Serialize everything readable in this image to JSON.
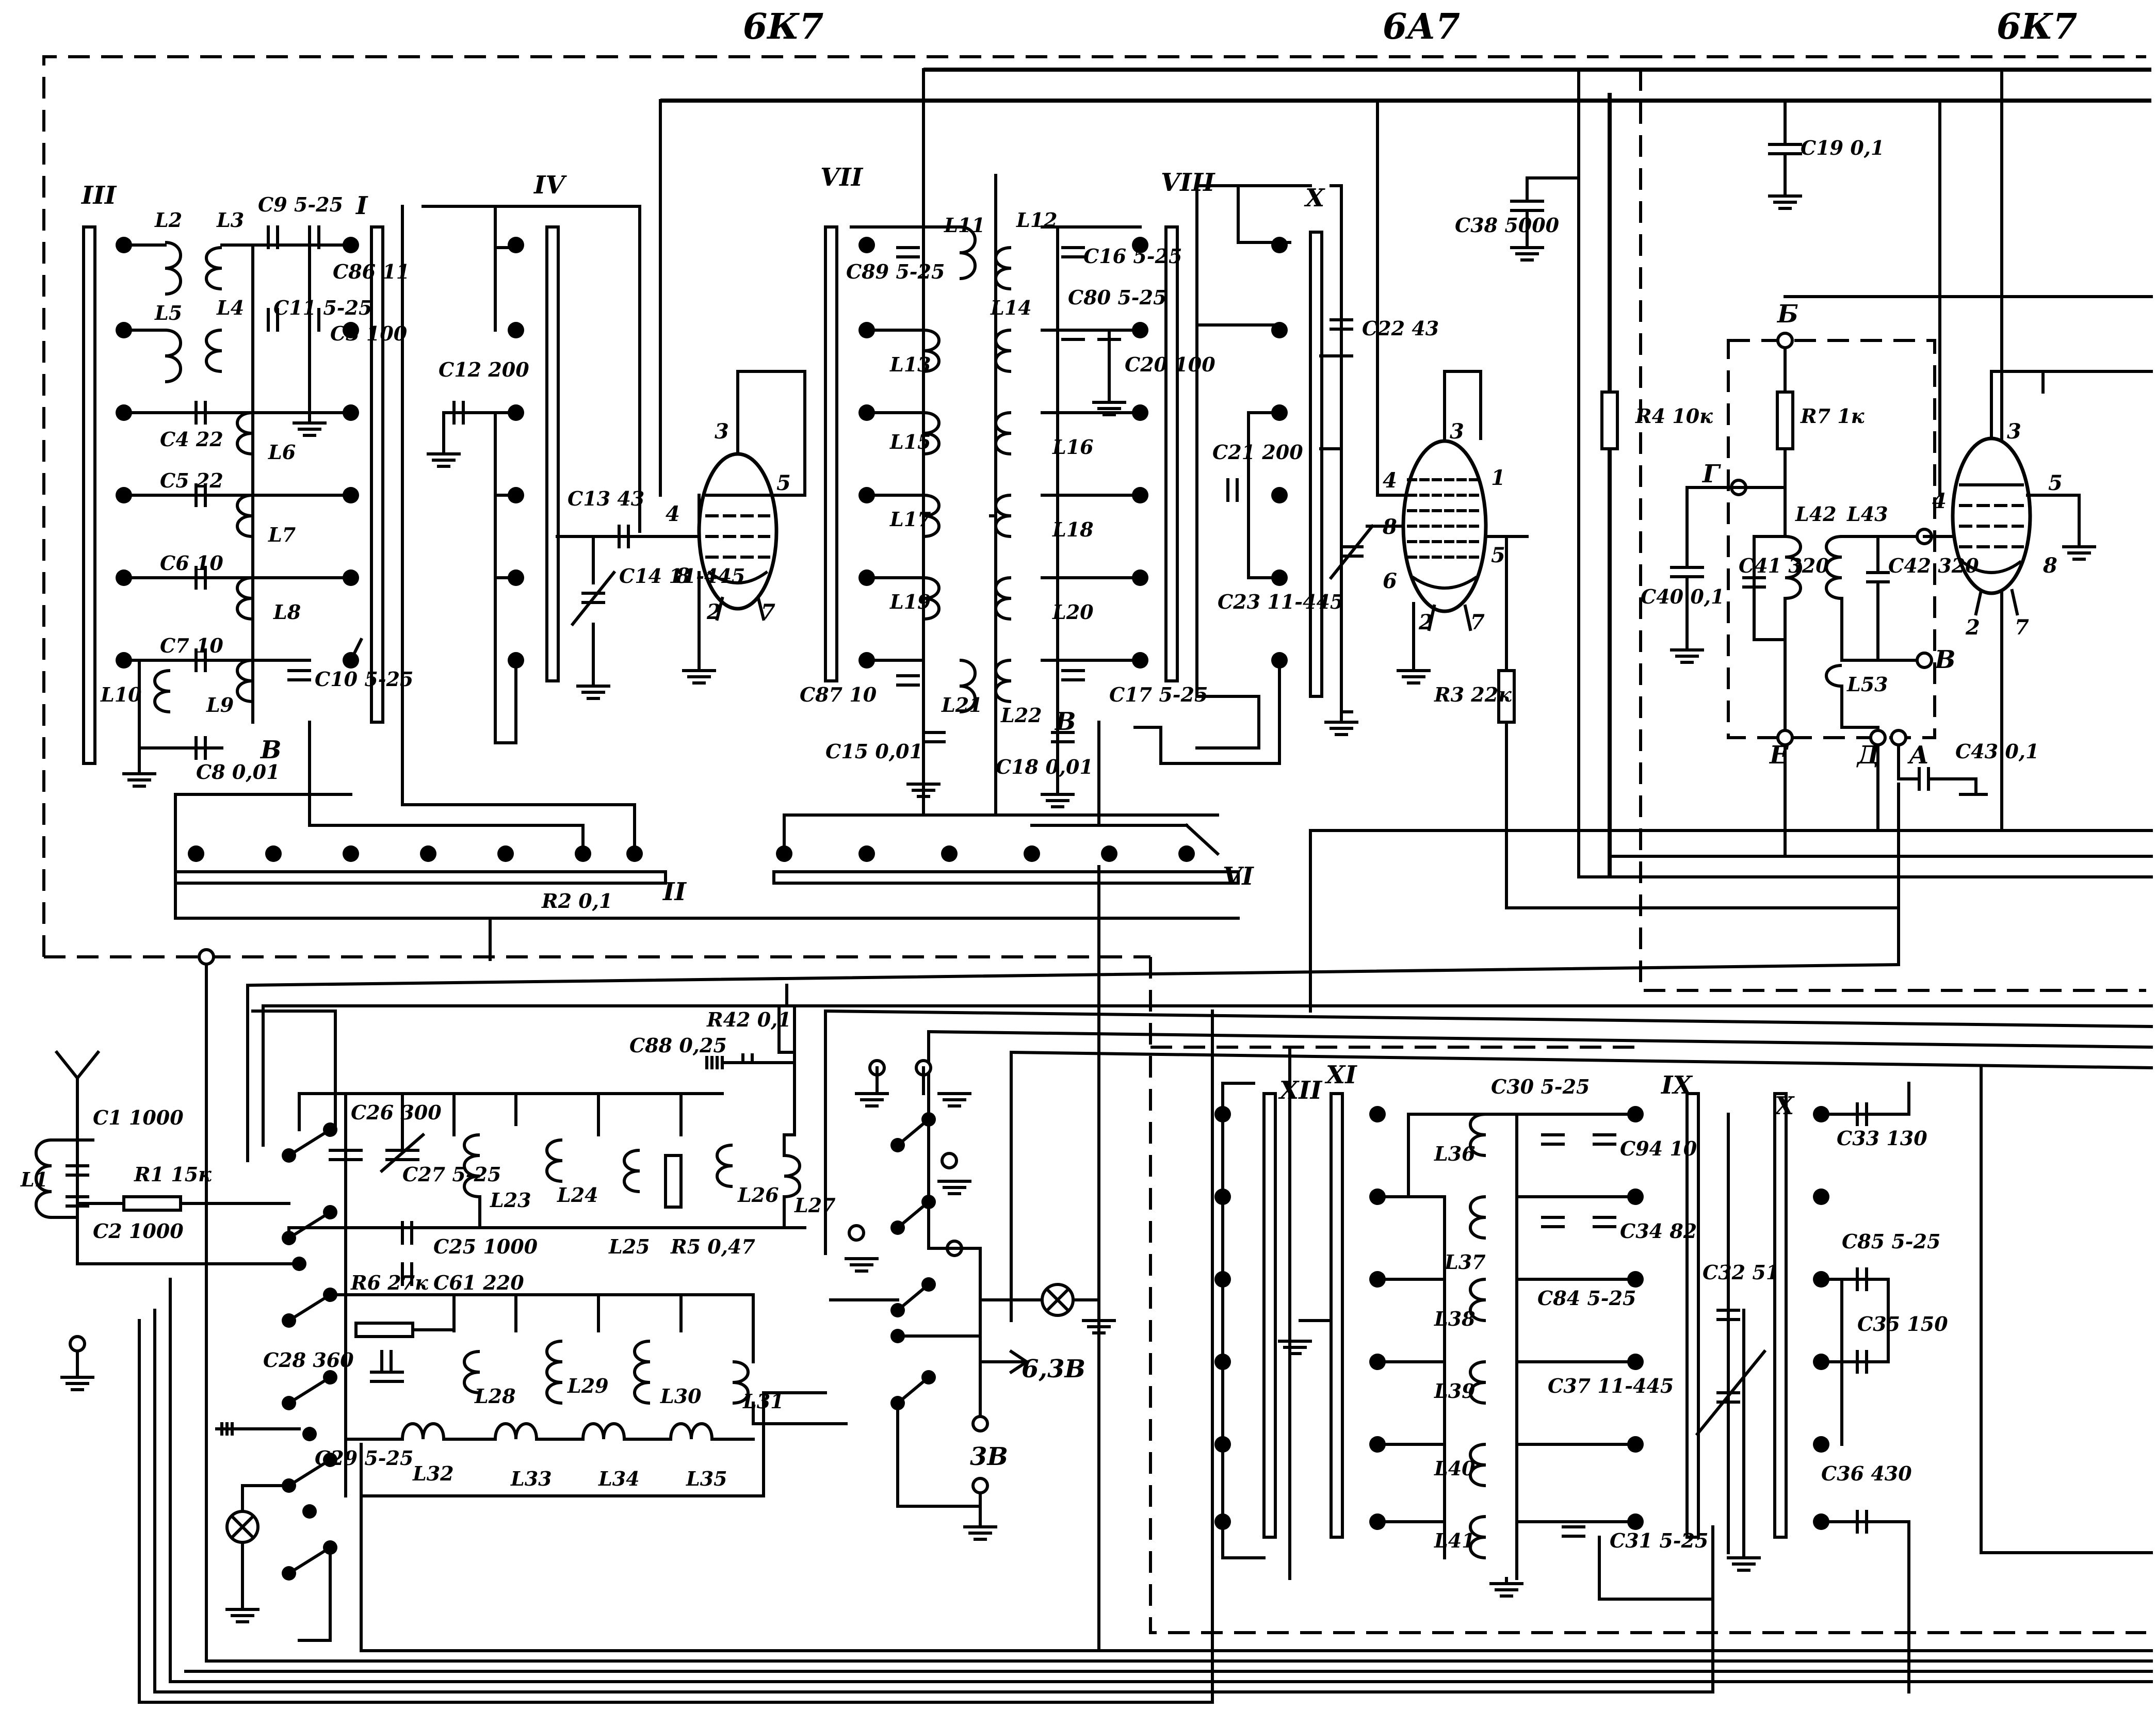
{
  "tubes": [
    "6К7",
    "6А7",
    "6К7"
  ],
  "switch_sections": [
    "III",
    "I",
    "IV",
    "II",
    "VII",
    "VIII",
    "X",
    "VI",
    "XII",
    "XI",
    "IX",
    "X"
  ],
  "voltages": [
    "6,3В",
    "3В"
  ],
  "pins_left_tube": [
    "3",
    "4",
    "5",
    "8",
    "2",
    "7"
  ],
  "pins_mid_tube": [
    "3",
    "1",
    "4",
    "8",
    "5",
    "6",
    "2",
    "7"
  ],
  "pins_right_tube": [
    "3",
    "4",
    "5",
    "2",
    "7",
    "8"
  ],
  "points": [
    "Б",
    "Г",
    "В",
    "Е",
    "Д",
    "А",
    "В",
    "В"
  ],
  "labels": {
    "L2": "L2",
    "L3": "L3",
    "C9": "C9 5-25",
    "C86": "C86 11",
    "L5": "L5",
    "L4": "L4",
    "C11": "C11 5-25",
    "C3": "C3 100",
    "C4": "C4 22",
    "C5": "C5 22",
    "L6": "L6",
    "L7": "L7",
    "C6": "C6 10",
    "C7": "C7 10",
    "L8": "L8",
    "L10": "L10",
    "L9": "L9",
    "C10": "C10 5-25",
    "C8": "C8 0,01",
    "C12": "C12 200",
    "C13": "C13 43",
    "C14": "C14 11-445",
    "C89": "C89 5-25",
    "L11": "L11",
    "L12": "L12",
    "C16": "C16 5-25",
    "L14": "L14",
    "C80": "C80 5-25",
    "C20": "C20 100",
    "L13": "L13",
    "L15": "L15",
    "L16": "L16",
    "L17": "L17",
    "L18": "L18",
    "L19": "L19",
    "L20": "L20",
    "C87": "C87 10",
    "L21": "L21",
    "L22": "L22",
    "C17": "C17 5-25",
    "C15": "C15 0,01",
    "C18": "C18 0,01",
    "C22": "C22 43",
    "C21": "C21 200",
    "C23": "C23 11-445",
    "C38": "C38 5000",
    "C19": "C19 0,1",
    "R4": "R4 10к",
    "R3": "R3 22к",
    "R7": "R7 1к",
    "L42": "L42",
    "L43": "L43",
    "C41": "C41 320",
    "C42": "C42 320",
    "C40": "C40 0,1",
    "L53": "L53",
    "C43": "C43 0,1",
    "R2": "R2 0,1",
    "R42": "R42 0,1",
    "C88": "C88 0,25",
    "C1": "C1 1000",
    "R1": "R1 15к",
    "L1": "L1",
    "C2": "C2 1000",
    "C26": "C26 300",
    "C27": "C27 5-25",
    "L23": "L23",
    "L24": "L24",
    "L25": "L25",
    "R5": "R5 0,47",
    "L26": "L26",
    "L27": "L27",
    "C25": "C25 1000",
    "C61": "C61 220",
    "R6": "R6 27к",
    "C28": "C28 360",
    "C29": "C29 5-25",
    "L28": "L28",
    "L29": "L29",
    "L30": "L30",
    "L31": "L31",
    "L32": "L32",
    "L33": "L33",
    "L34": "L34",
    "L35": "L35",
    "C30": "C30 5-25",
    "C94": "C94 10",
    "L36": "L36",
    "C34": "C34 82",
    "L37": "L37",
    "C84": "C84 5-25",
    "L38": "L38",
    "L39": "L39",
    "C37": "C37 11-445",
    "L40": "L40",
    "L41": "L41",
    "C31": "C31 5-25",
    "C32": "C32 51",
    "C33": "C33 130",
    "C85": "C85 5-25",
    "C35": "C35 150",
    "C36": "C36 430"
  }
}
